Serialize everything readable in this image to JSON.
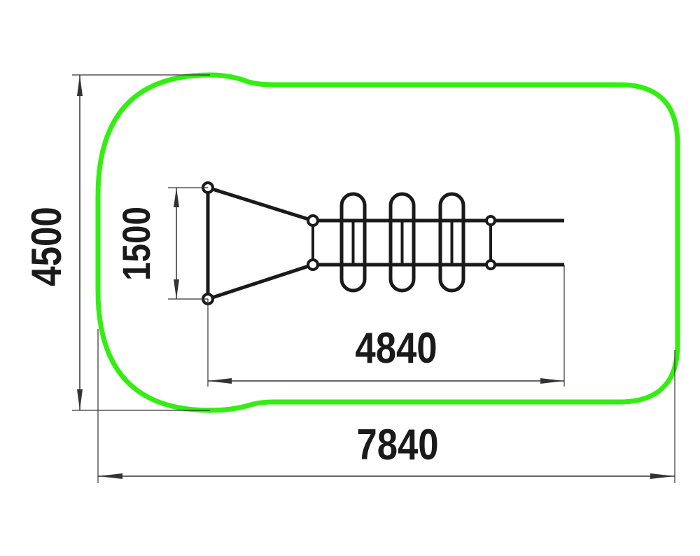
{
  "dimensions": {
    "total_width": "7840",
    "total_height": "4500",
    "structure_length": "4840",
    "structure_width": "1500"
  },
  "colors": {
    "safety_zone": "#33ee11",
    "structure": "#1a1a1a",
    "dimension_lines": "#333333"
  }
}
